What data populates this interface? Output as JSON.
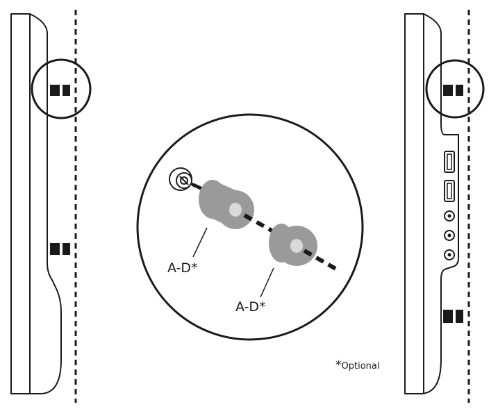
{
  "labels": {
    "part_upper": "A-D*",
    "part_lower": "A-D*"
  },
  "footnote": {
    "star": "*",
    "text": "Optional"
  },
  "colors": {
    "line": "#1a1a1a",
    "spacer_fill": "#9a9a9a",
    "spacer_hole": "#d9d9d9",
    "background": "#ffffff"
  },
  "icons": {
    "screw": "screw-icon",
    "spacer": "spacer-icon",
    "bracket_marker": "bracket-marker-icon",
    "hdmi_port": "hdmi-port-icon",
    "audio_jack": "audio-jack-icon"
  }
}
